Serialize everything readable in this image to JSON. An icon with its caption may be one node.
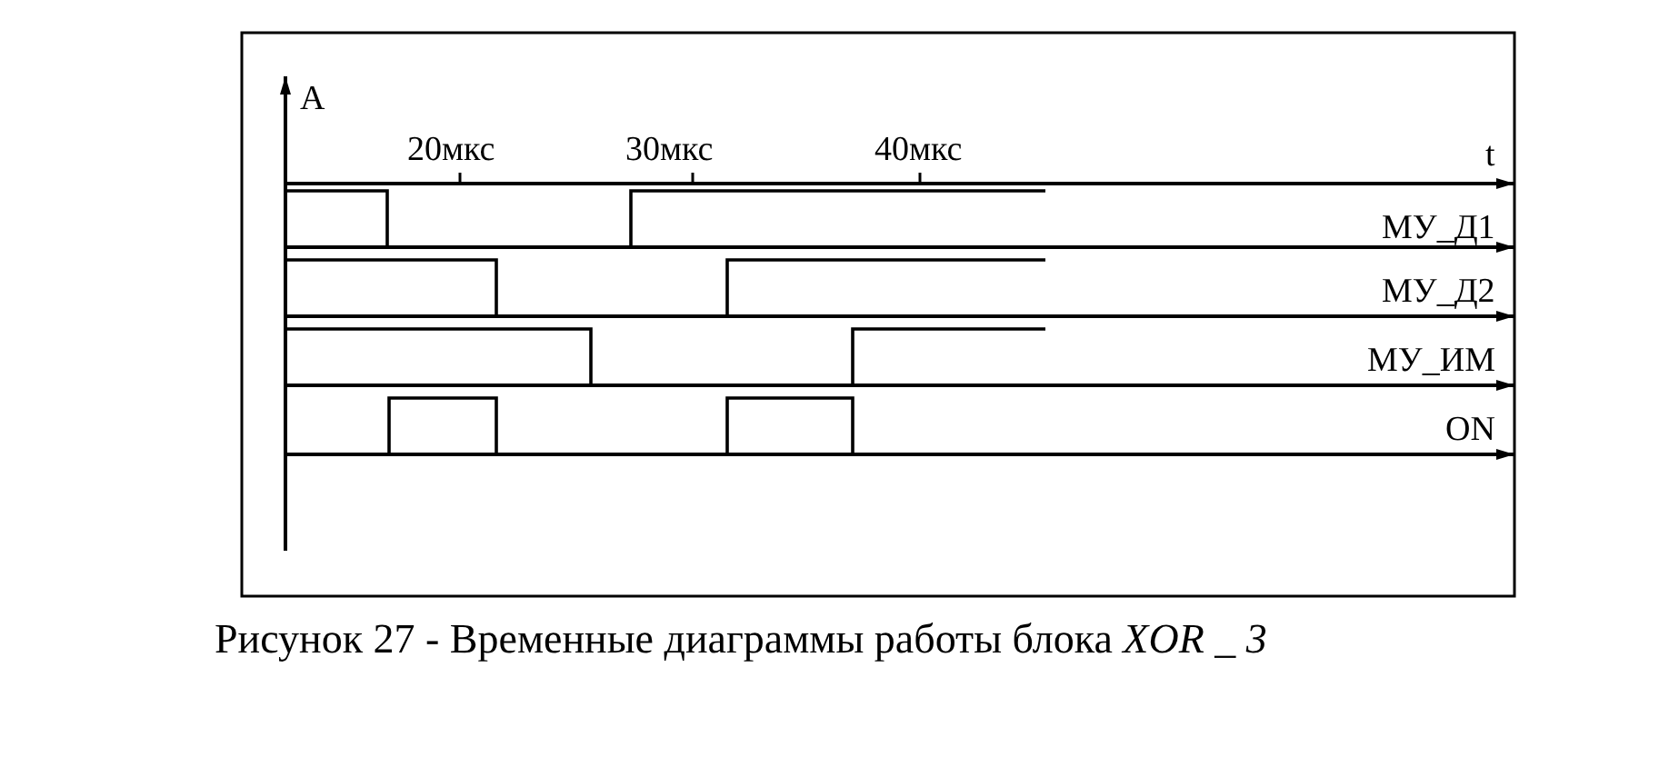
{
  "diagram": {
    "caption": "Рисунок 27 - Временные диаграммы работы блока *XOR _ 3*",
    "labels": [
      "A",
      "20мкс",
      "30мкс",
      "40мкс",
      "t",
      "МУ_Д1",
      "МУ_Д2",
      "МУ_ИМ",
      "ON"
    ]
  }
}
